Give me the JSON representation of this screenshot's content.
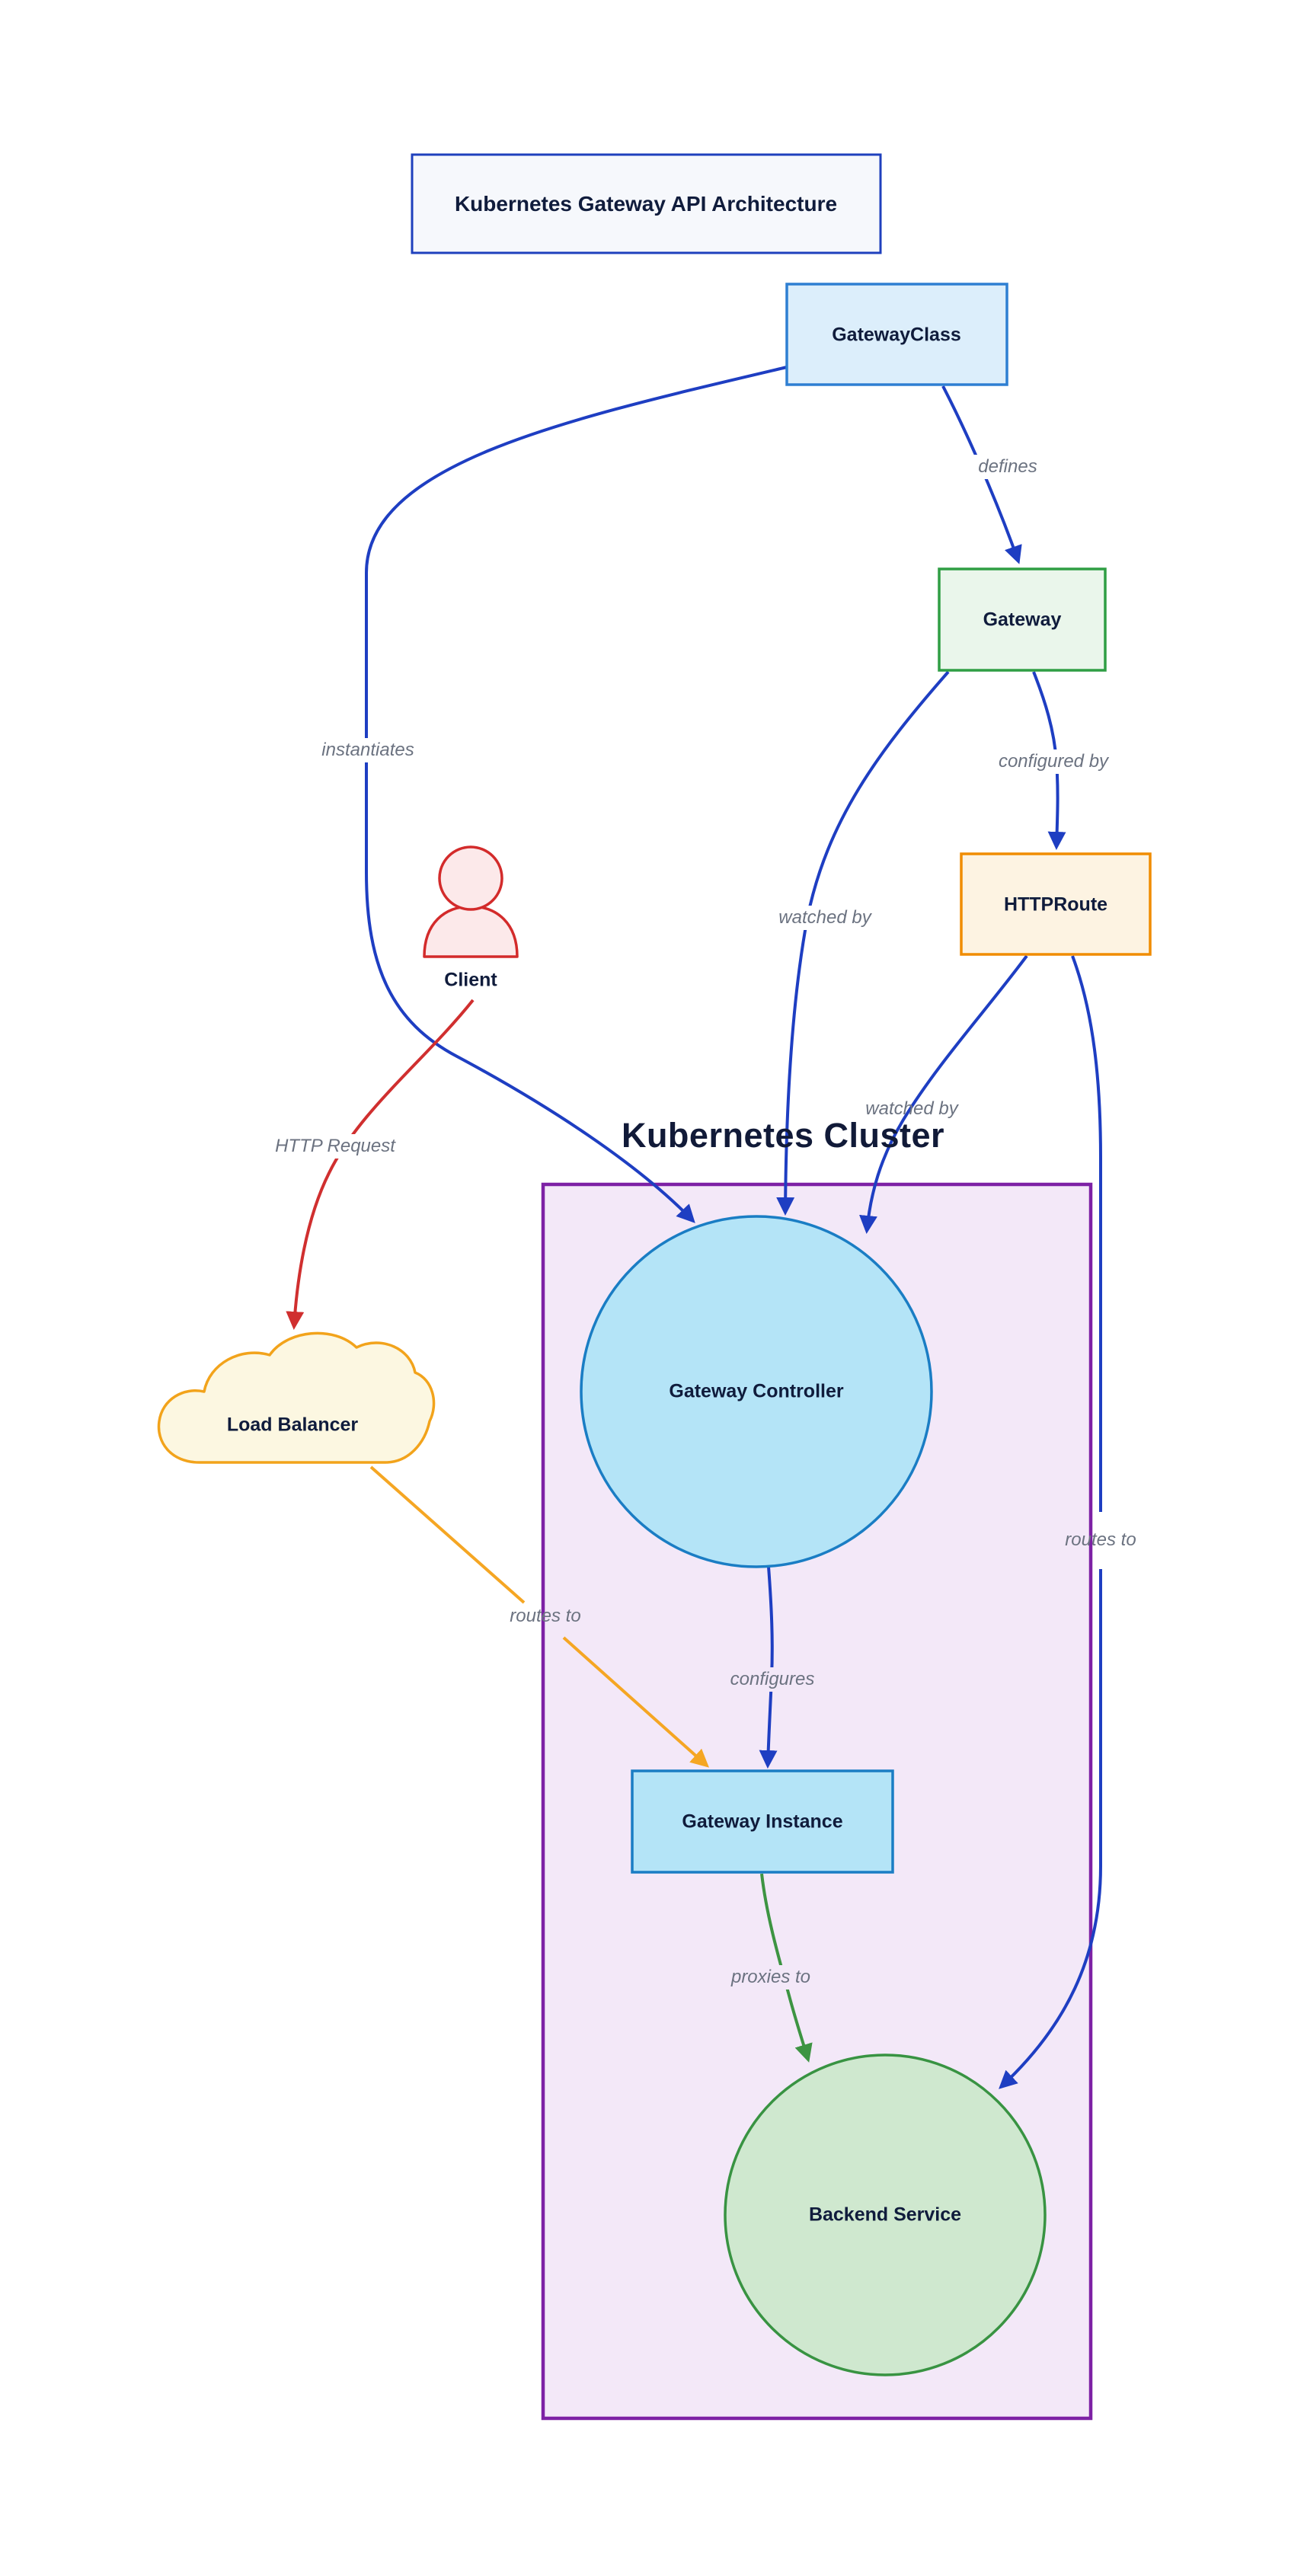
{
  "title": "Kubernetes Gateway API Architecture",
  "cluster": {
    "label": "Kubernetes Cluster"
  },
  "nodes": {
    "gateway_class": "GatewayClass",
    "gateway": "Gateway",
    "http_route": "HTTPRoute",
    "client": "Client",
    "gateway_controller": "Gateway Controller",
    "load_balancer": "Load Balancer",
    "gateway_instance": "Gateway Instance",
    "backend_service": "Backend Service"
  },
  "edge_labels": {
    "defines": "defines",
    "instantiates": "instantiates",
    "configured_by": "configured by",
    "watched_by_gateway": "watched by",
    "watched_by_httproute": "watched by",
    "http_request": "HTTP Request",
    "routes_to_from_lb": "routes to",
    "routes_to_from_httproute": "routes to",
    "configures": "configures",
    "proxies_to": "proxies to"
  },
  "colors": {
    "edge_blue": "#1e3ec2",
    "edge_red": "#d02f2f",
    "edge_orange": "#f5a623",
    "edge_green": "#3d9442",
    "cluster_border": "#7d21a5",
    "cluster_fill": "#f3e8f8",
    "title_border": "#1f40bd",
    "gatewayclass_fill": "#dceefb",
    "gatewayclass_border": "#2e7fd2",
    "gateway_fill": "#eaf6eb",
    "gateway_border": "#2f9e44",
    "httproute_fill": "#fdf3e2",
    "httproute_border": "#f08c00",
    "controller_fill": "#b4e4f7",
    "controller_border": "#1a7dc4",
    "backend_fill": "#cfe8cf",
    "backend_border": "#389342",
    "cloud_fill": "#fcf7e1",
    "cloud_border": "#f2a31b",
    "client_fill": "#fce9ea",
    "client_border": "#d32b2b",
    "node_text": "#101c3c",
    "edge_label_text": "#6b7280"
  }
}
